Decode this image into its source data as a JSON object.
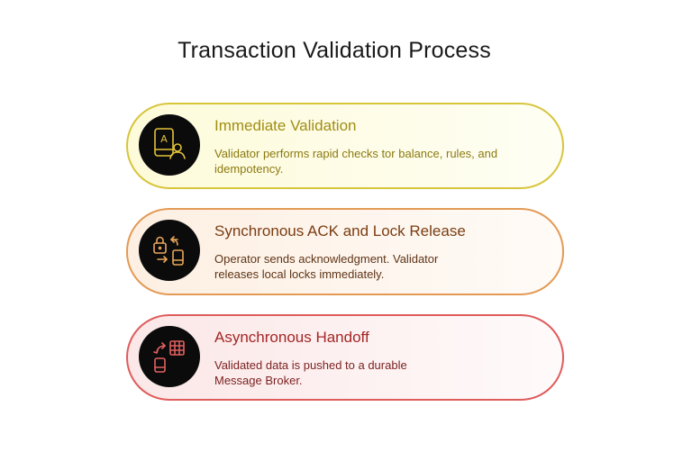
{
  "title": "Transaction Validation Process",
  "steps": [
    {
      "title": "Immediate Validation",
      "description": "Validator performs rapid checks tor balance, rules, and idempotency.",
      "icon": "user-document-icon",
      "color": "#d7c53c"
    },
    {
      "title": "Synchronous ACK and Lock Release",
      "description": "Operator sends acknowledgment. Validator releases local locks immediately.",
      "icon": "lock-exchange-icon",
      "color": "#e39a55"
    },
    {
      "title": "Asynchronous Handoff",
      "description": "Validated data is pushed to a durable Message Broker.",
      "icon": "data-transfer-icon",
      "color": "#df5c5c"
    }
  ]
}
